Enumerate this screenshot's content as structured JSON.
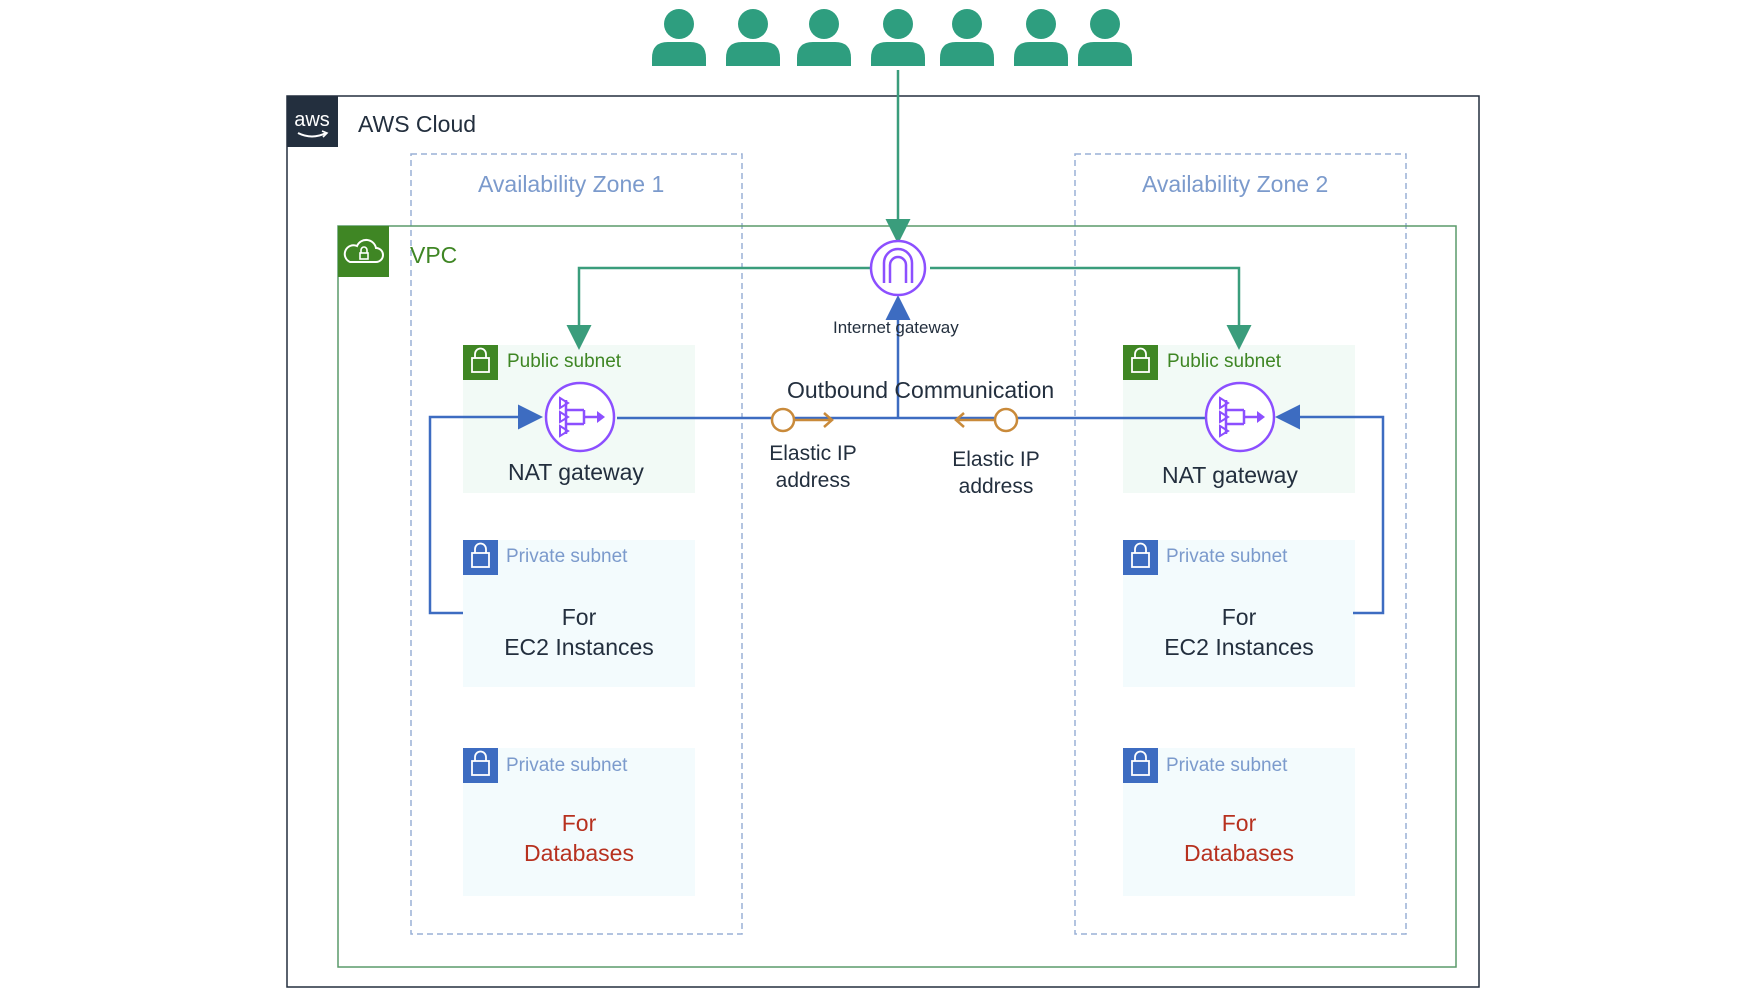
{
  "cloud": {
    "title": "AWS Cloud",
    "logo_text": "aws"
  },
  "zones": [
    {
      "label": "Availability Zone 1"
    },
    {
      "label": "Availability Zone 2"
    }
  ],
  "vpc": {
    "title": "VPC"
  },
  "internet_gateway": {
    "label": "Internet gateway"
  },
  "outbound_label": "Outbound Communication",
  "elastic_ip": [
    {
      "line1": "Elastic IP",
      "line2": "address"
    },
    {
      "line1": "Elastic IP",
      "line2": "address"
    }
  ],
  "az1": {
    "public_subnet": {
      "label": "Public subnet",
      "nat_label": "NAT gateway"
    },
    "private_ec2": {
      "label": "Private subnet",
      "line1": "For",
      "line2": "EC2 Instances"
    },
    "private_db": {
      "label": "Private subnet",
      "line1": "For",
      "line2": "Databases"
    }
  },
  "az2": {
    "public_subnet": {
      "label": "Public subnet",
      "nat_label": "NAT gateway"
    },
    "private_ec2": {
      "label": "Private subnet",
      "line1": "For",
      "line2": "EC2 Instances"
    },
    "private_db": {
      "label": "Private subnet",
      "line1": "For",
      "line2": "Databases"
    }
  },
  "users": {
    "count": 7,
    "icon": "user-icon"
  },
  "colors": {
    "users": "#2e9e7f",
    "green_line": "#3a9d7c",
    "blue_line": "#3d6cc1",
    "vpc_border": "#3f8624",
    "az_border": "#7b9acc",
    "igw": "#8c4fff",
    "eip": "#c98a3a",
    "db_text": "#b7311f"
  }
}
